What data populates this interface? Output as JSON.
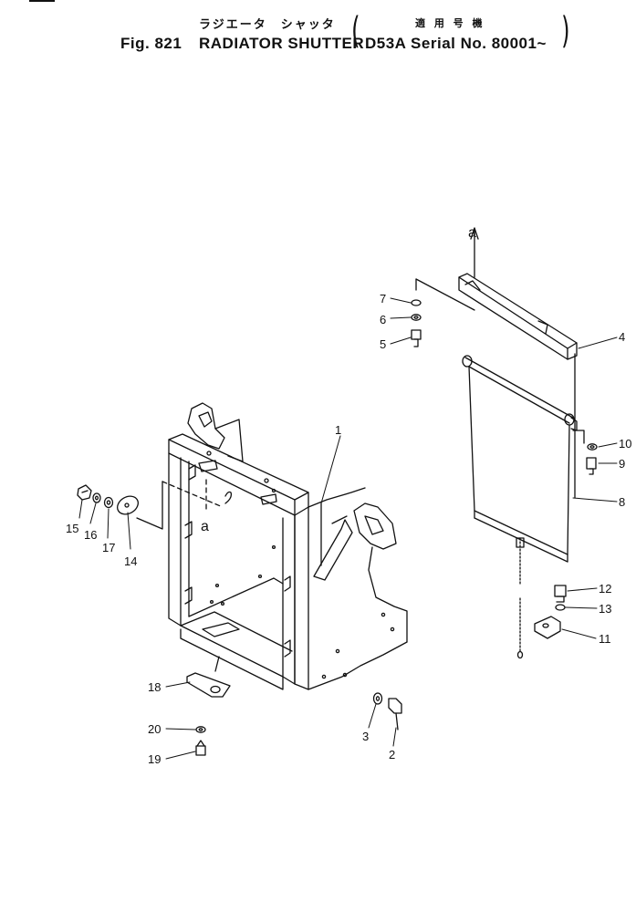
{
  "header": {
    "jp_part_name": "ラジエータ　シャッタ",
    "jp_applicable": "適 用 号 機",
    "fig_label": "Fig. 821",
    "title": "RADIATOR SHUTTER",
    "serial": "D53A Serial No. 80001~"
  },
  "view_marker": "a",
  "callouts": [
    "1",
    "2",
    "3",
    "4",
    "5",
    "6",
    "7",
    "8",
    "9",
    "10",
    "11",
    "12",
    "13",
    "14",
    "15",
    "16",
    "17",
    "18",
    "19",
    "20"
  ]
}
